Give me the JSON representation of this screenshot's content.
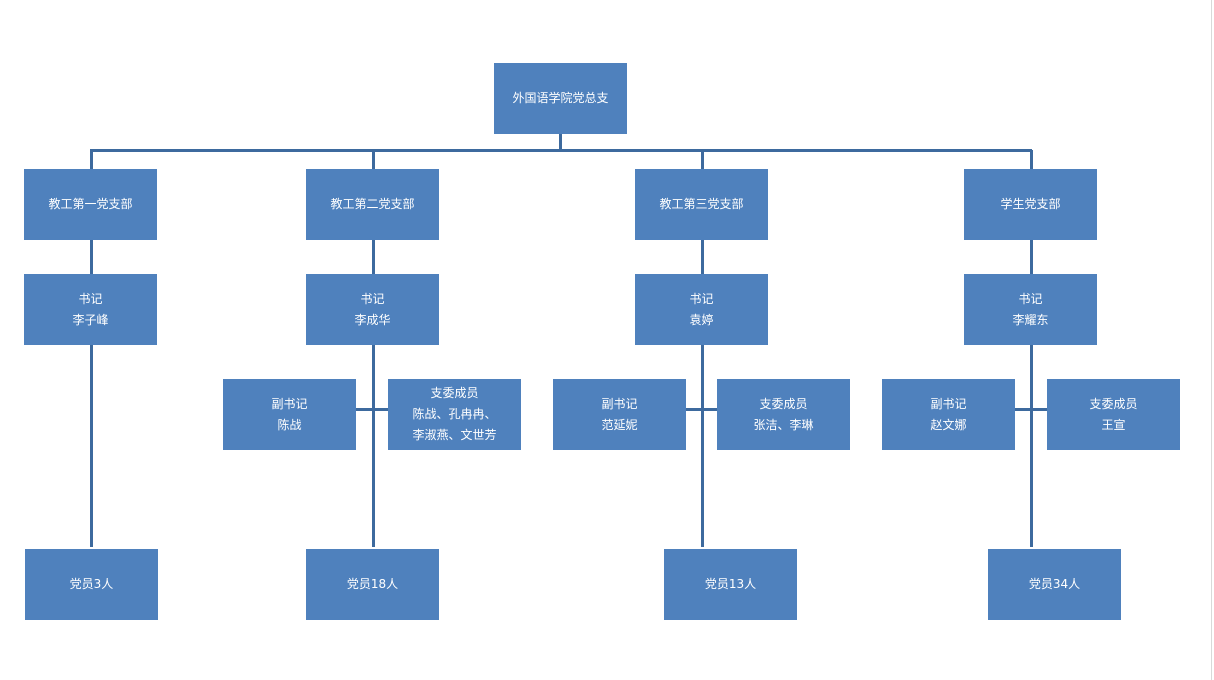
{
  "root": {
    "lines": [
      "外国语学院党总支"
    ]
  },
  "branches": [
    {
      "name": "教工第一党支部",
      "secretary": [
        "书记",
        "李子峰"
      ],
      "deputy": null,
      "committee": null,
      "members": "党员3人"
    },
    {
      "name": "教工第二党支部",
      "secretary": [
        "书记",
        "李成华"
      ],
      "deputy": [
        "副书记",
        "陈战"
      ],
      "committee": [
        "支委成员",
        "陈战、孔冉冉、",
        "李淑燕、文世芳"
      ],
      "members": "党员18人"
    },
    {
      "name": "教工第三党支部",
      "secretary": [
        "书记",
        "袁婷"
      ],
      "deputy": [
        "副书记",
        "范延妮"
      ],
      "committee": [
        "支委成员",
        "张洁、李琳"
      ],
      "members": "党员13人"
    },
    {
      "name": "学生党支部",
      "secretary": [
        "书记",
        "李耀东"
      ],
      "deputy": [
        "副书记",
        "赵文娜"
      ],
      "committee": [
        "支委成员",
        "王宣"
      ],
      "members": "党员34人"
    }
  ],
  "colors": {
    "box_fill": "#4f81bd",
    "box_text": "#ffffff",
    "connector": "#3d6a9e"
  }
}
